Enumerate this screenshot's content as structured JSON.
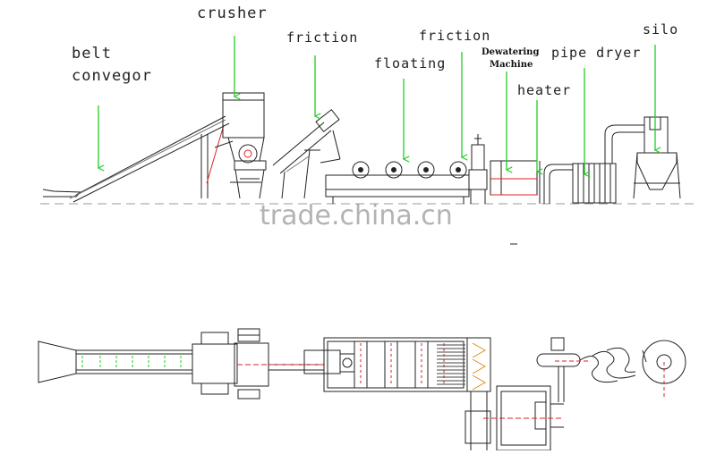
{
  "labels": {
    "belt_line1": "belt",
    "belt_line2": "convegor",
    "crusher": "crusher",
    "friction_1": "friction",
    "floating": "floating",
    "friction_2": "friction",
    "dewatering_line1": "Dewatering",
    "dewatering_line2": "Machine",
    "pipe_dryer": "pipe dryer",
    "heater": "heater",
    "silo": "silo"
  },
  "watermark": "trade.china.cn",
  "colors": {
    "arrow": "#22cc22",
    "line": "#222222",
    "red_marker": "#dd2222",
    "orange_marker": "#e08a1a"
  }
}
